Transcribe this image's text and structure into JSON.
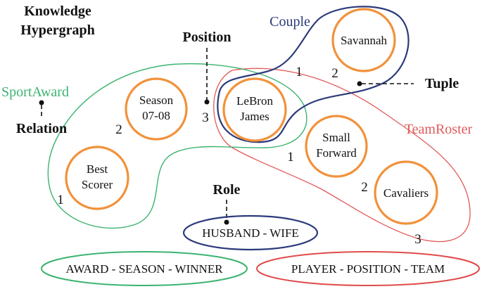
{
  "title": {
    "line1": "Knowledge",
    "line2": "Hypergraph"
  },
  "colors": {
    "sport_award": "#3cb371",
    "couple": "#2b3a7a",
    "team_roster": "#e05a5a",
    "node_ring": "#f2913a",
    "role_husband_wife": "#2b3a7a",
    "role_award": "#3cb371",
    "role_player": "#e04b4b"
  },
  "hyperedges": {
    "sport_award": "SportAward",
    "couple": "Couple",
    "team_roster": "TeamRoster"
  },
  "nodes": {
    "savannah": "Savannah",
    "season_l1": "Season",
    "season_l2": "07-08",
    "lebron_l1": "LeBron",
    "lebron_l2": "James",
    "small_forward_l1": "Small",
    "small_forward_l2": "Forward",
    "best_scorer_l1": "Best",
    "best_scorer_l2": "Scorer",
    "cavaliers": "Cavaliers"
  },
  "position_numbers": {
    "couple_lebron": "1",
    "couple_savannah": "2",
    "award_season": "2",
    "award_lebron": "3",
    "award_best_scorer": "1",
    "team_lebron": "1",
    "team_small_forward": "2",
    "team_cavaliers": "3"
  },
  "annotations": {
    "position": "Position",
    "tuple": "Tuple",
    "relation": "Relation",
    "role": "Role"
  },
  "role_schemas": {
    "husband_wife": "HUSBAND - WIFE",
    "award_season_winner": "AWARD - SEASON - WINNER",
    "player_position_team": "PLAYER - POSITION - TEAM"
  }
}
